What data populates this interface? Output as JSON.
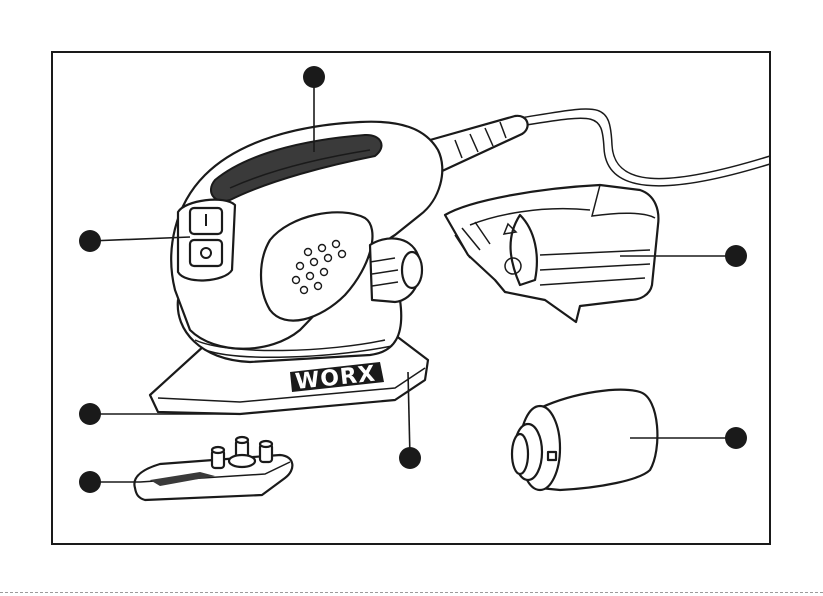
{
  "figure": {
    "brand_logo": "WORX",
    "callouts": [
      {
        "id": "top-housing",
        "label": ""
      },
      {
        "id": "switches",
        "label": ""
      },
      {
        "id": "dust-box",
        "label": ""
      },
      {
        "id": "base-plate",
        "label": ""
      },
      {
        "id": "adapter",
        "label": ""
      },
      {
        "id": "sanding-pad",
        "label": ""
      },
      {
        "id": "finger-attachment",
        "label": ""
      }
    ],
    "colors": {
      "ink": "#1a1a1a",
      "paper": "#ffffff"
    }
  }
}
